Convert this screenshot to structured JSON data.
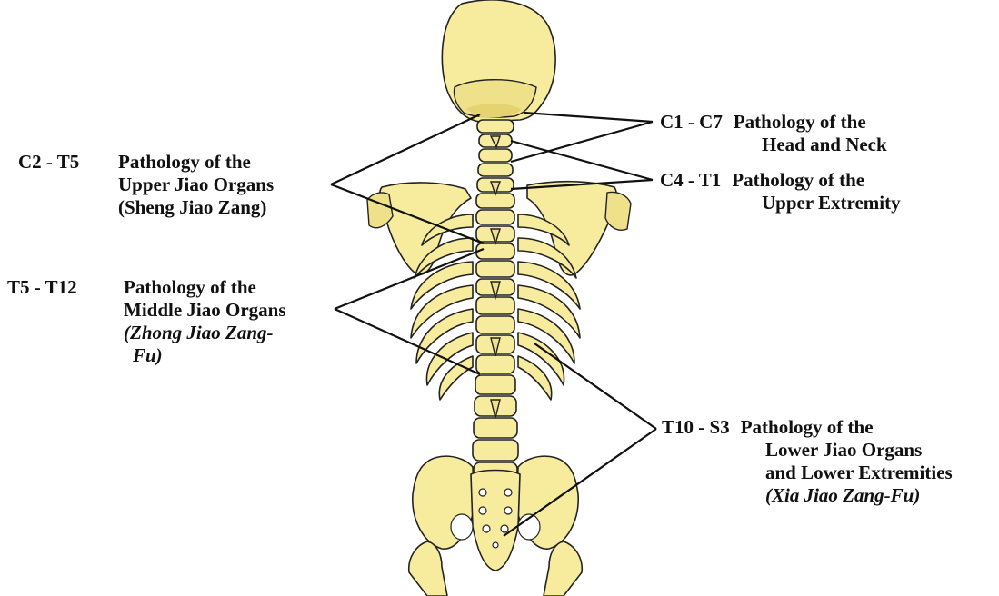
{
  "labels": {
    "c1c7": {
      "range": "C1 - C7",
      "line1": "Pathology of the",
      "line2": "Head and Neck"
    },
    "c4t1": {
      "range": "C4 - T1",
      "line1": "Pathology of the",
      "line2": "Upper Extremity"
    },
    "c2t5": {
      "range": "C2 - T5",
      "line1": "Pathology of the",
      "line2": "Upper Jiao Organs",
      "line3": "(Sheng Jiao Zang)"
    },
    "t5t12": {
      "range": "T5 - T12",
      "line1": "Pathology of the",
      "line2": "Middle Jiao Organs",
      "line3": "(Zhong Jiao Zang-",
      "line4": "Fu)"
    },
    "t10s3": {
      "range": "T10 - S3",
      "line1": "Pathology of the",
      "line2": "Lower Jiao Organs",
      "line3": "and Lower Extremities",
      "line4": "(Xia Jiao Zang-Fu)"
    }
  },
  "colors": {
    "bone": "#f7ec9e",
    "outline": "#222222",
    "leader": "#111111"
  }
}
